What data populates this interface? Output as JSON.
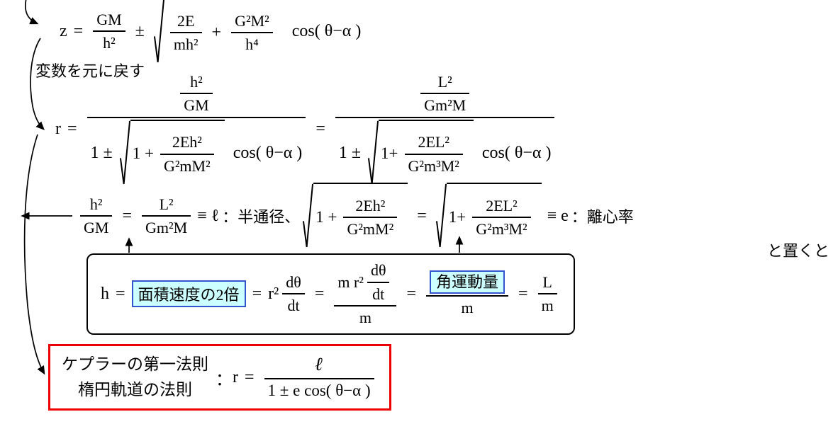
{
  "colors": {
    "highlight_bg": "#ccffff",
    "highlight_border": "#3355cc",
    "frame_border": "#000000",
    "kepler_border": "#ee0000"
  },
  "symbols": {
    "radical": "√",
    "equals": "=",
    "plus_minus": "±",
    "plus": "+"
  },
  "step1": {
    "lhs": "z",
    "frac_num": "GM",
    "frac_den": "h²",
    "sq_f1_num": "2E",
    "sq_f1_den": "mh²",
    "sq_f2_num": "G²M²",
    "sq_f2_den": "h⁴",
    "cos": "cos( θ−α )"
  },
  "note": "変数を元に戻す",
  "step2": {
    "lhs": "r",
    "left": {
      "top_num": "h²",
      "top_den": "GM",
      "den_pre": "1 ±",
      "sq_lead": "1 +",
      "sq_num": "2Eh²",
      "sq_den": "G²mM²",
      "cos": "cos( θ−α )"
    },
    "right": {
      "top_num": "L²",
      "top_den": "Gm²M",
      "den_pre": "1 ±",
      "sq_lead": "1+",
      "sq_num": "2EL²",
      "sq_den": "G²m³M²",
      "cos": "cos( θ−α )"
    }
  },
  "defs": {
    "f1_num": "h²",
    "f1_den": "GM",
    "f2_num": "L²",
    "f2_den": "Gm²M",
    "equiv_l": "≡ ℓ",
    "l_label": "：半通径、",
    "sq1_lead": "1 +",
    "sq1_num": "2Eh²",
    "sq1_den": "G²mM²",
    "sq2_lead": "1+",
    "sq2_num": "2EL²",
    "sq2_den": "G²m³M²",
    "equiv_e": "≡ e",
    "e_label": "：離心率",
    "suffix": "と置くと"
  },
  "hbox": {
    "lhs": "h",
    "hl_area": "面積速度の2倍",
    "r2": "r²",
    "d_num": "dθ",
    "d_den": "dt",
    "mid_pre": "m r²",
    "mid_den": "m",
    "hl_ang": "角運動量",
    "ang_den": "m",
    "L_num": "L",
    "L_den": "m"
  },
  "kepler": {
    "line1": "ケプラーの第一法則",
    "line2": "楕円軌道の法則",
    "colon": "：",
    "lhs": "r",
    "num": "ℓ",
    "den": "1 ± e cos( θ−α )"
  }
}
